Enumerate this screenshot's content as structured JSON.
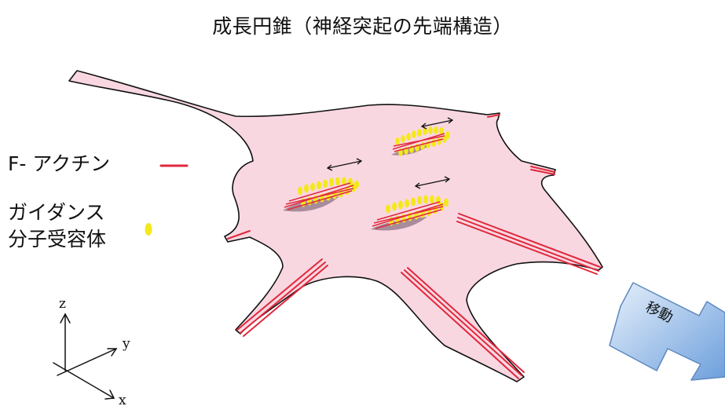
{
  "title": "成長円錐（神経突起の先端構造）",
  "legend": {
    "f_actin_label": "F- アクチン",
    "receptor_label_line1": "ガイダンス",
    "receptor_label_line2": "分子受容体"
  },
  "axes": {
    "z": "z",
    "y": "y",
    "x": "x"
  },
  "move_arrow_label": "移動",
  "colors": {
    "membrane_fill": "#f9d7e1",
    "membrane_stroke": "#111111",
    "actin": "#e0283c",
    "receptor": "#f4e81a",
    "shadow": "#a98c9c",
    "arrow_fill": "#9cc1ea"
  },
  "icons": [
    "double-headed-arrow-icon",
    "move-arrow-icon",
    "receptor-icon",
    "actin-icon"
  ]
}
